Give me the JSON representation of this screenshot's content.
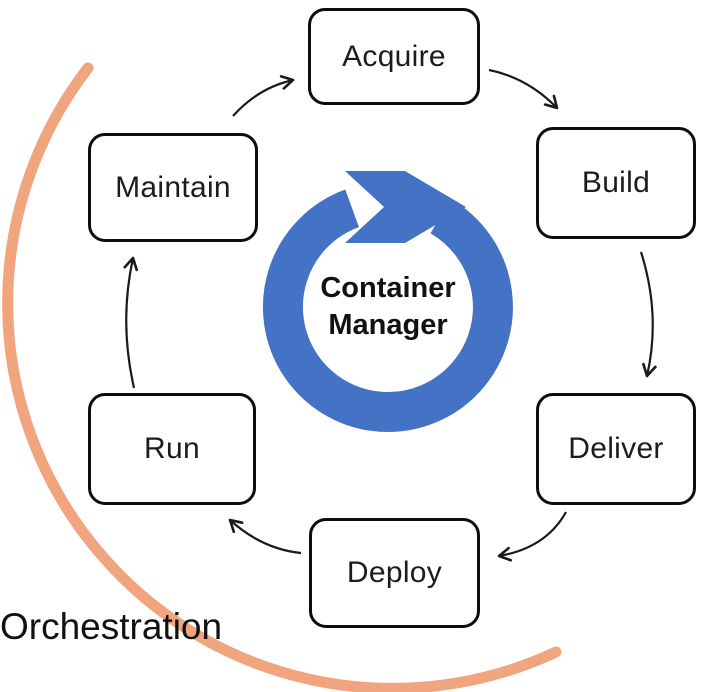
{
  "diagram": {
    "center_label": {
      "line1": "Container",
      "line2": "Manager"
    },
    "nodes": [
      {
        "id": "acquire",
        "label": "Acquire"
      },
      {
        "id": "build",
        "label": "Build"
      },
      {
        "id": "deliver",
        "label": "Deliver"
      },
      {
        "id": "deploy",
        "label": "Deploy"
      },
      {
        "id": "run",
        "label": "Run"
      },
      {
        "id": "maintain",
        "label": "Maintain"
      }
    ],
    "edges": [
      {
        "from": "Acquire",
        "to": "Build"
      },
      {
        "from": "Build",
        "to": "Deliver"
      },
      {
        "from": "Deliver",
        "to": "Deploy"
      },
      {
        "from": "Deploy",
        "to": "Run"
      },
      {
        "from": "Run",
        "to": "Maintain"
      },
      {
        "from": "Maintain",
        "to": "Acquire"
      }
    ],
    "annotation": {
      "label": "Orchestration"
    },
    "colors": {
      "cycle_ring": "#4472C4",
      "orchestration_arc": "#F0A57E",
      "flow_arrow": "#1a1a1a",
      "node_border": "#0d0d0d",
      "text": "#111111"
    }
  }
}
